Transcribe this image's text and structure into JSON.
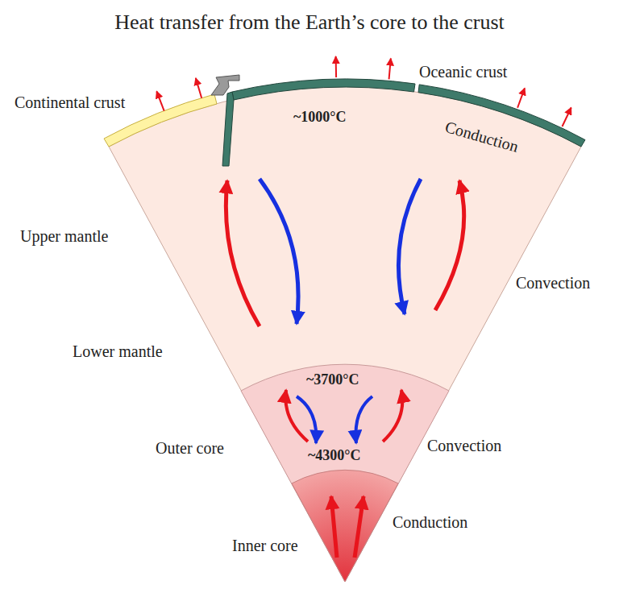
{
  "diagram": {
    "title": "Heat transfer from the Earth’s core to the crust",
    "labels": [
      "Continental crust",
      "Oceanic crust",
      "~1000°C",
      "Conduction",
      "Upper mantle",
      "Convection",
      "Lower mantle",
      "~3700°C",
      "Outer core",
      "Convection",
      "~4300°C",
      "Conduction",
      "Inner core"
    ]
  }
}
